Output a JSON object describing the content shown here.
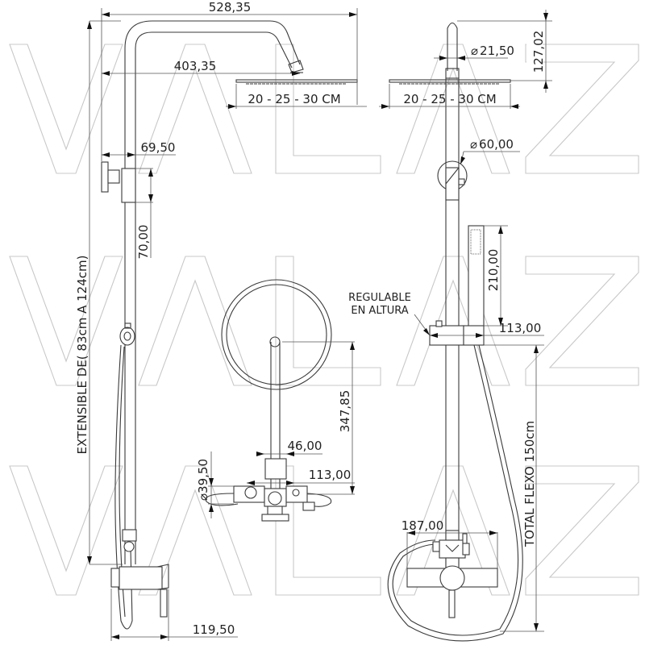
{
  "watermark": {
    "text": "VALAZ",
    "rows": 3,
    "color": "#c8c8c8"
  },
  "side_view": {
    "total_width": "528,35",
    "arm_reach": "403,35",
    "head_size": "20 - 25 - 30 CM",
    "wall_offset": "69,50",
    "support_height": "70,00",
    "extension": "EXTENSIBLE DE( 83cm A 124cm)",
    "mixer_depth": "119,50"
  },
  "front_view": {
    "arm_diameter": "21,50",
    "head_drop": "127,02",
    "head_size": "20 - 25 - 30 CM",
    "bracket_diameter": "60,00",
    "handshower_length": "210,00",
    "slider_note_line1": "REGULABLE",
    "slider_note_line2": "EN ALTURA",
    "slider_width": "113,00",
    "hose": "TOTAL FLEXO 150cm",
    "mixer_width": "187,00"
  },
  "top_view": {
    "arm_length": "347,85",
    "pipe_width": "46,00",
    "body_width": "113,00",
    "handle_diameter": "39,50",
    "diameter_symbol": "⌀"
  },
  "colors": {
    "line": "#3a3a3a",
    "watermark": "#c8c8c8",
    "background": "#ffffff"
  }
}
